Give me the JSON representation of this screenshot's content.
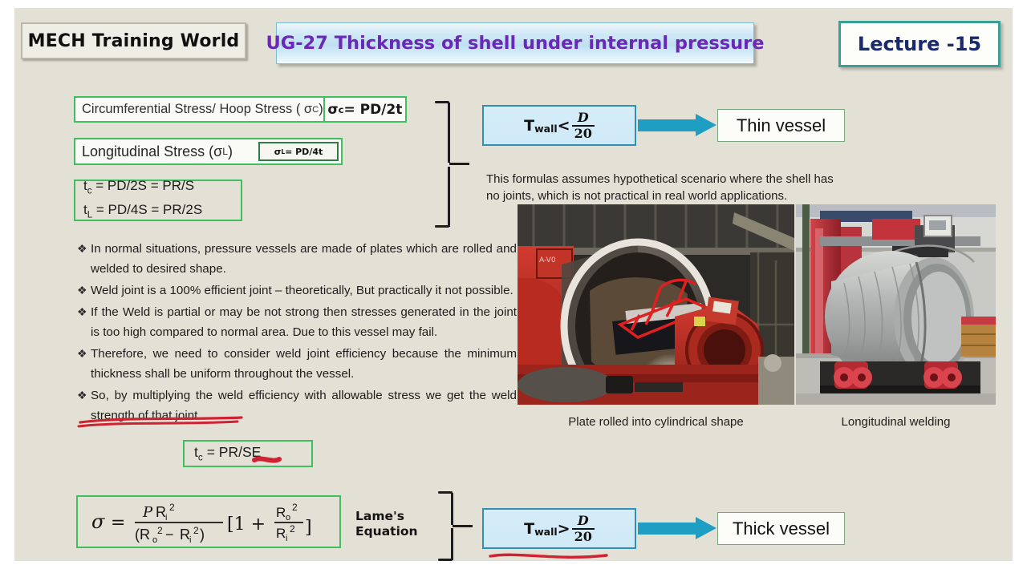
{
  "header": {
    "brand": "MECH Training World",
    "title": "UG-27 Thickness of shell under internal pressure",
    "lecture": "Lecture -15"
  },
  "formulas": {
    "hoop_label": "Circumferential Stress/ Hoop Stress ( σC )",
    "hoop_value": "σc = PD/2t",
    "long_label": "Longitudinal Stress (σL )",
    "long_value": "σL = PD/4t",
    "t_line1": "tc = PD/2S = PR/S",
    "t_line2": "tL = PD/4S = PR/2S",
    "tc_se": "tc = PR/SE",
    "lame_label": "Lame's Equation",
    "lame_equation": "σ = P Ri² / (Ro² − Ri²) [1 + Ro²/Ri²]"
  },
  "conditions": {
    "thin_formula": "Twall < D/20",
    "thin_t": "T",
    "thin_sub": "wall",
    "thin_op": "<",
    "thin_num": "D",
    "thin_den": "20",
    "thin_result": "Thin vessel",
    "thick_formula": "Twall > D/20",
    "thick_t": "T",
    "thick_sub": "wall",
    "thick_op": ">",
    "thick_num": "D",
    "thick_den": "20",
    "thick_result": "Thick vessel"
  },
  "note": "This formulas assumes hypothetical scenario where the shell has no joints, which is not practical in real world applications.",
  "bullets": [
    {
      "marker": "❖",
      "text": "In normal situations, pressure vessels are made of plates which are rolled and welded to desired shape."
    },
    {
      "marker": "❖",
      "text": "Weld joint is a 100% efficient joint – theoretically, But practically it not possible."
    },
    {
      "marker": "❖",
      "text": "If the Weld is partial or may be not strong then stresses generated in the joint is too high compared to normal area. Due to this vessel may fail."
    },
    {
      "marker": "❖",
      "text": "Therefore, we need to consider weld joint efficiency because the minimum thickness shall be uniform throughout the vessel."
    },
    {
      "marker": "❖",
      "text": "So, by multiplying the weld efficiency with allowable stress we get the weld strength of that joint."
    }
  ],
  "photos": [
    {
      "caption": "Plate rolled into cylindrical shape",
      "alt": "red plate rolling machine forming a steel cylindrical shell"
    },
    {
      "caption": "Longitudinal welding",
      "alt": "steel cylinder on red turning rolls under a welding boom"
    }
  ],
  "colors": {
    "slide_background": "#e3e1d5",
    "green_border": "#3fbf5e",
    "blue_border": "#2e8fb8",
    "blue_fill": "#d6edf8",
    "arrow": "#1f9ec4",
    "title_text": "#6b28b7",
    "lecture_text": "#1b2a6b",
    "teal_border": "#3a9f95",
    "pen_red": "#cf2233"
  }
}
